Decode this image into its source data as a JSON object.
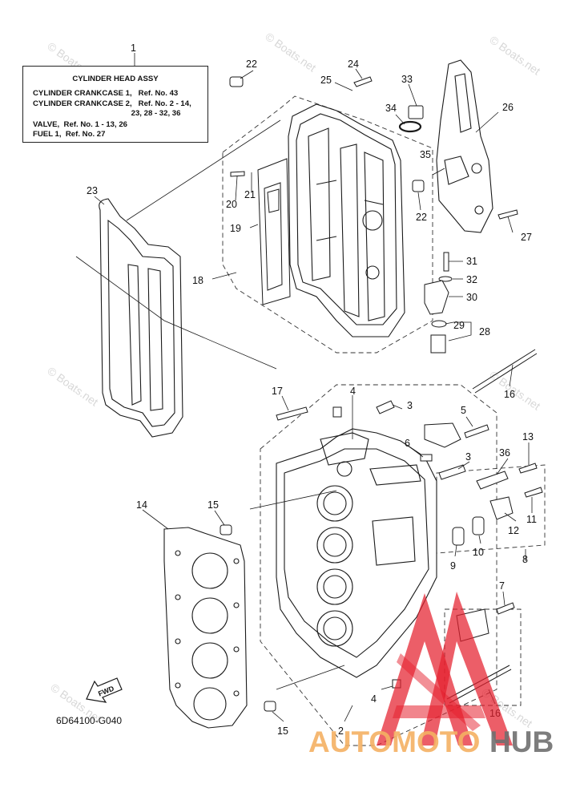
{
  "info_box": {
    "title": "CYLINDER HEAD ASSY",
    "lines": [
      "CYLINDER CRANKCASE 1,   Ref. No. 43",
      "CYLINDER CRANKCASE 2,   Ref. No. 2 - 14,",
      "                                              23, 28 - 32, 36",
      "VALVE,  Ref. No. 1 - 13, 26",
      "FUEL 1,  Ref. No. 27"
    ]
  },
  "callouts": [
    "1",
    "22",
    "24",
    "25",
    "33",
    "34",
    "26",
    "35",
    "22",
    "27",
    "23",
    "21",
    "20",
    "19",
    "18",
    "31",
    "32",
    "30",
    "29",
    "28",
    "17",
    "4",
    "3",
    "16",
    "5",
    "6",
    "13",
    "3",
    "36",
    "14",
    "15",
    "12",
    "11",
    "10",
    "9",
    "8",
    "7",
    "4",
    "15",
    "2",
    "16"
  ],
  "diagram_code": "6D64100-G040",
  "fwd_label": "FWD",
  "watermarks": {
    "copyright": "© Boats.net",
    "brand_left": "AUTOMOTO",
    "brand_right": "HUB"
  },
  "colors": {
    "line": "#1a1a1a",
    "watermark_red": "#e5202e",
    "brand_orange": "#f4b063",
    "brand_gray": "#6f6f6f"
  }
}
